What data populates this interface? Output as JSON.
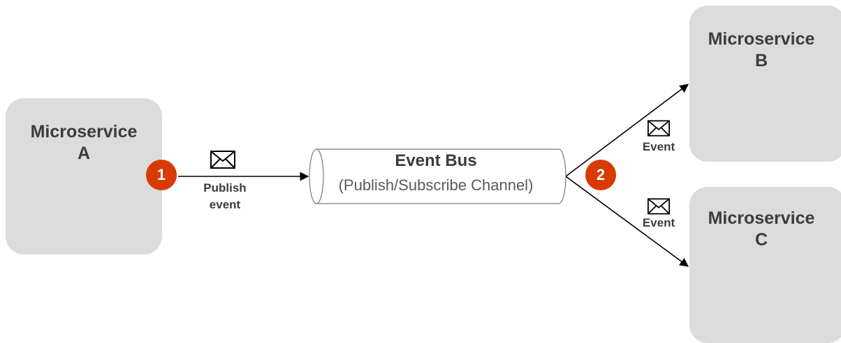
{
  "colors": {
    "box_fill": "#dcdcdc",
    "badge": "#d83b01",
    "text": "#3c3c3c"
  },
  "microservices": {
    "a": {
      "line1": "Microservice",
      "line2": "A"
    },
    "b": {
      "line1": "Microservice",
      "line2": "B"
    },
    "c": {
      "line1": "Microservice",
      "line2": "C"
    }
  },
  "event_bus": {
    "title": "Event Bus",
    "subtitle": "(Publish/Subscribe Channel)"
  },
  "steps": {
    "one": "1",
    "two": "2"
  },
  "labels": {
    "publish_line1": "Publish",
    "publish_line2": "event",
    "event_b": "Event",
    "event_c": "Event"
  },
  "icons": {
    "envelope": "envelope-icon"
  }
}
